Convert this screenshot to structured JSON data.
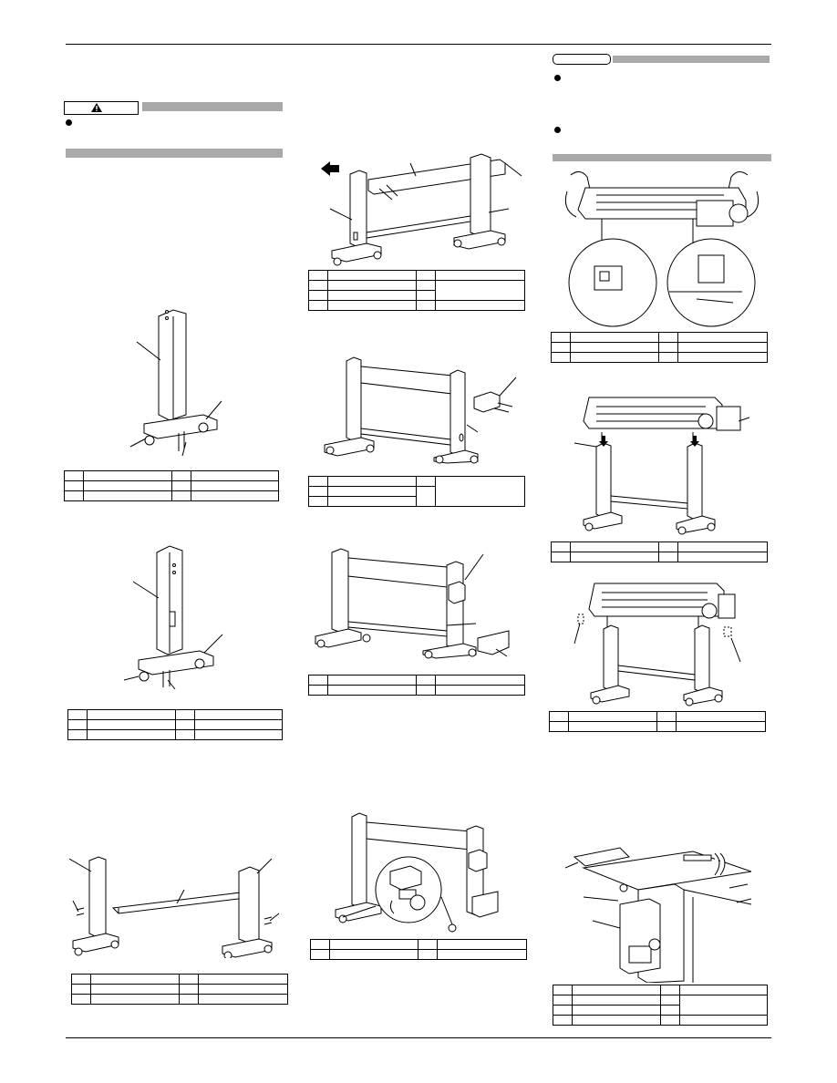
{
  "page": {
    "header_rule": "",
    "footer_rule": ""
  },
  "colors": {
    "ink": "#000000",
    "bar_grey": "#a9a9a9",
    "paper": "#ffffff"
  },
  "icons": {
    "warning": "warning-triangle-icon",
    "bullet": "bullet-icon",
    "direction": "arrow-icon"
  },
  "figures": [
    {
      "id": "fig-1",
      "name": "stand-side-panel-left"
    },
    {
      "id": "fig-2",
      "name": "stand-side-panel-right"
    },
    {
      "id": "fig-3",
      "name": "stand-stay-attach"
    },
    {
      "id": "fig-4",
      "name": "stand-assembled-with-stay"
    },
    {
      "id": "fig-5",
      "name": "stand-bracket-attach"
    },
    {
      "id": "fig-6",
      "name": "stand-basket-tray"
    },
    {
      "id": "fig-7",
      "name": "caster-lock-detail"
    },
    {
      "id": "fig-8",
      "name": "printer-lift-detail"
    },
    {
      "id": "fig-9",
      "name": "printer-on-stand"
    },
    {
      "id": "fig-10",
      "name": "printer-screw-fix"
    },
    {
      "id": "fig-11",
      "name": "ink-bottle-underside"
    }
  ]
}
